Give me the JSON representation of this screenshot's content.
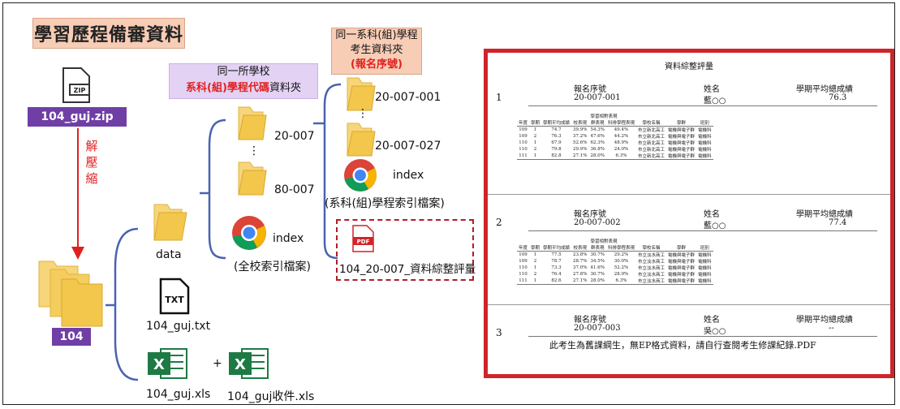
{
  "title": "學習歷程備審資料",
  "zip": {
    "icon_text": "ZIP",
    "name": "104_guj.zip"
  },
  "extract_label": "解壓縮",
  "root_folder": "104",
  "data_folder": "data",
  "txt": {
    "icon_text": "TXT",
    "name": "104_guj.txt"
  },
  "xls_left": "104_guj.xls",
  "xls_right": "104_guj收件.xls",
  "plus": "+",
  "school_header": {
    "line1": "同一所學校",
    "line2_red": "系科(組)學程代碼",
    "line2_tail": "資料夾"
  },
  "dept_folders": [
    "20-007",
    "⋮",
    "80-007"
  ],
  "school_index": {
    "name": "index",
    "caption": "(全校索引檔案)"
  },
  "student_header": {
    "line1": "同一系科(組)學程",
    "line2": "考生資料夾",
    "line3": "(報名序號)"
  },
  "student_folders": [
    "20-007-001",
    "⋮",
    "20-007-027"
  ],
  "dept_index": {
    "name": "index",
    "caption": "(系科(組)學程索引檔案)"
  },
  "pdf": {
    "icon_text": "PDF",
    "name": "104_20-007_資料綜整評量"
  },
  "report": {
    "title": "資料綜整評量",
    "headers": {
      "apply": "報名序號",
      "name": "姓名",
      "avg": "學期平均總成績"
    },
    "table_cols": [
      "年度",
      "學期",
      "學期平均成績",
      "校表現",
      "群表現",
      "科排學程表現",
      "學校名稱",
      "學群",
      "班別"
    ],
    "table_group": "學習相對表現",
    "students": [
      {
        "index": "1",
        "apply_no": "20-007-001",
        "name": "藍○○",
        "avg": "76.3",
        "rows": [
          [
            "109",
            "1",
            "74.7",
            "39.9%",
            "54.3%",
            "49.4%",
            "市立新北高工",
            "電機與電子群",
            "電機科"
          ],
          [
            "109",
            "2",
            "76.3",
            "37.2%",
            "47.6%",
            "44.2%",
            "市立新北高工",
            "電機與電子群",
            "電機科"
          ],
          [
            "110",
            "1",
            "67.9",
            "52.6%",
            "62.3%",
            "48.9%",
            "市立新北高工",
            "電機與電子群",
            "電機科"
          ],
          [
            "110",
            "2",
            "79.8",
            "29.9%",
            "36.8%",
            "24.0%",
            "市立新北高工",
            "電機與電子群",
            "電機科"
          ],
          [
            "111",
            "1",
            "82.8",
            "27.1%",
            "28.0%",
            "6.3%",
            "市立新北高工",
            "電機與電子群",
            "電機科"
          ]
        ]
      },
      {
        "index": "2",
        "apply_no": "20-007-002",
        "name": "藍○○",
        "avg": "77.4",
        "rows": [
          [
            "109",
            "1",
            "77.5",
            "23.8%",
            "30.7%",
            "29.2%",
            "市立淡水商工",
            "電機與電子群",
            "電機科"
          ],
          [
            "109",
            "2",
            "78.7",
            "28.7%",
            "34.5%",
            "30.0%",
            "市立淡水商工",
            "電機與電子群",
            "電機科"
          ],
          [
            "110",
            "1",
            "73.3",
            "37.0%",
            "41.6%",
            "52.2%",
            "市立淡水商工",
            "電機與電子群",
            "電機科"
          ],
          [
            "110",
            "2",
            "76.4",
            "27.8%",
            "30.7%",
            "28.9%",
            "市立淡水商工",
            "電機與電子群",
            "電機科"
          ],
          [
            "111",
            "1",
            "82.6",
            "27.1%",
            "28.0%",
            "6.3%",
            "市立淡水商工",
            "電機與電子群",
            "電機科"
          ]
        ]
      },
      {
        "index": "3",
        "apply_no": "20-007-003",
        "name": "吳○○",
        "avg": "--",
        "rows": []
      }
    ],
    "note": "此考生為舊課綱生，無EP格式資料，請自行查閱考生修課紀錄.PDF"
  },
  "colors": {
    "accent_red": "#d0242b",
    "connector_blue": "#4a63b0",
    "purple": "#6f3fa6",
    "title_bg": "#f8cdb6",
    "folder": "#f3c64c",
    "excel_green": "#1e7a44"
  }
}
